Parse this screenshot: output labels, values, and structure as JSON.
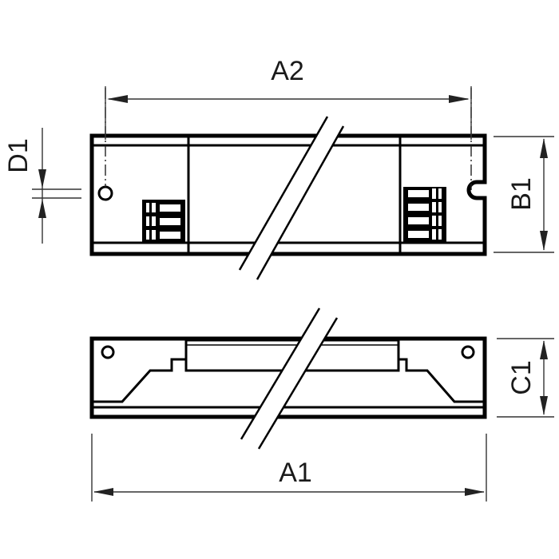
{
  "drawing": {
    "title": "Ballast outline dimension drawing",
    "views": [
      "top-view",
      "side-view"
    ],
    "dimensions": {
      "A2": {
        "label": "A2",
        "meaning": "mounting hole distance (length)"
      },
      "A1": {
        "label": "A1",
        "meaning": "overall length"
      },
      "B1": {
        "label": "B1",
        "meaning": "width"
      },
      "C1": {
        "label": "C1",
        "meaning": "height"
      },
      "D1": {
        "label": "D1",
        "meaning": "mounting hole diameter"
      }
    },
    "top_view": {
      "left_terminal_poles": 3,
      "right_terminal_poles": 4,
      "left_mount": "round-hole",
      "right_mount": "slot"
    },
    "colors": {
      "line": "#000000",
      "dimension": "#333333",
      "background": "#ffffff"
    }
  }
}
